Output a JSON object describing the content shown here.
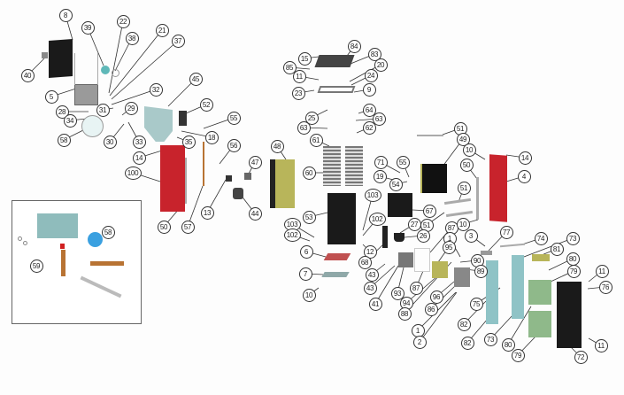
{
  "diagram": {
    "type": "exploded-parts-diagram",
    "callouts": [
      "8",
      "22",
      "39",
      "38",
      "21",
      "37",
      "40",
      "5",
      "32",
      "28",
      "31",
      "29",
      "34",
      "58",
      "30",
      "33",
      "45",
      "52",
      "55",
      "18",
      "35",
      "14",
      "56",
      "47",
      "100",
      "13",
      "44",
      "50",
      "57",
      "58",
      "59",
      "84",
      "15",
      "83",
      "85",
      "20",
      "11",
      "24",
      "23",
      "9",
      "64",
      "25",
      "63",
      "63",
      "62",
      "61",
      "48",
      "60",
      "71",
      "55",
      "19",
      "103",
      "54",
      "67",
      "53",
      "103",
      "102",
      "102",
      "27",
      "51",
      "6",
      "12",
      "26",
      "87",
      "1",
      "95",
      "68",
      "7",
      "43",
      "43",
      "93",
      "87",
      "10",
      "41",
      "94",
      "96",
      "88",
      "86",
      "1",
      "2",
      "51",
      "49",
      "10",
      "14",
      "50",
      "4",
      "51",
      "10",
      "77",
      "74",
      "73",
      "3",
      "90",
      "81",
      "89",
      "80",
      "79",
      "11",
      "76",
      "75",
      "82",
      "82",
      "73",
      "80",
      "79",
      "11",
      "72"
    ],
    "colors": {
      "red_panel": "#c8232c",
      "teal": "#8fc3c6",
      "olive": "#b8b55a",
      "green": "#8fb98a",
      "black": "#1a1a1a",
      "gray": "#8a8a8a",
      "copper": "#b87333"
    }
  }
}
